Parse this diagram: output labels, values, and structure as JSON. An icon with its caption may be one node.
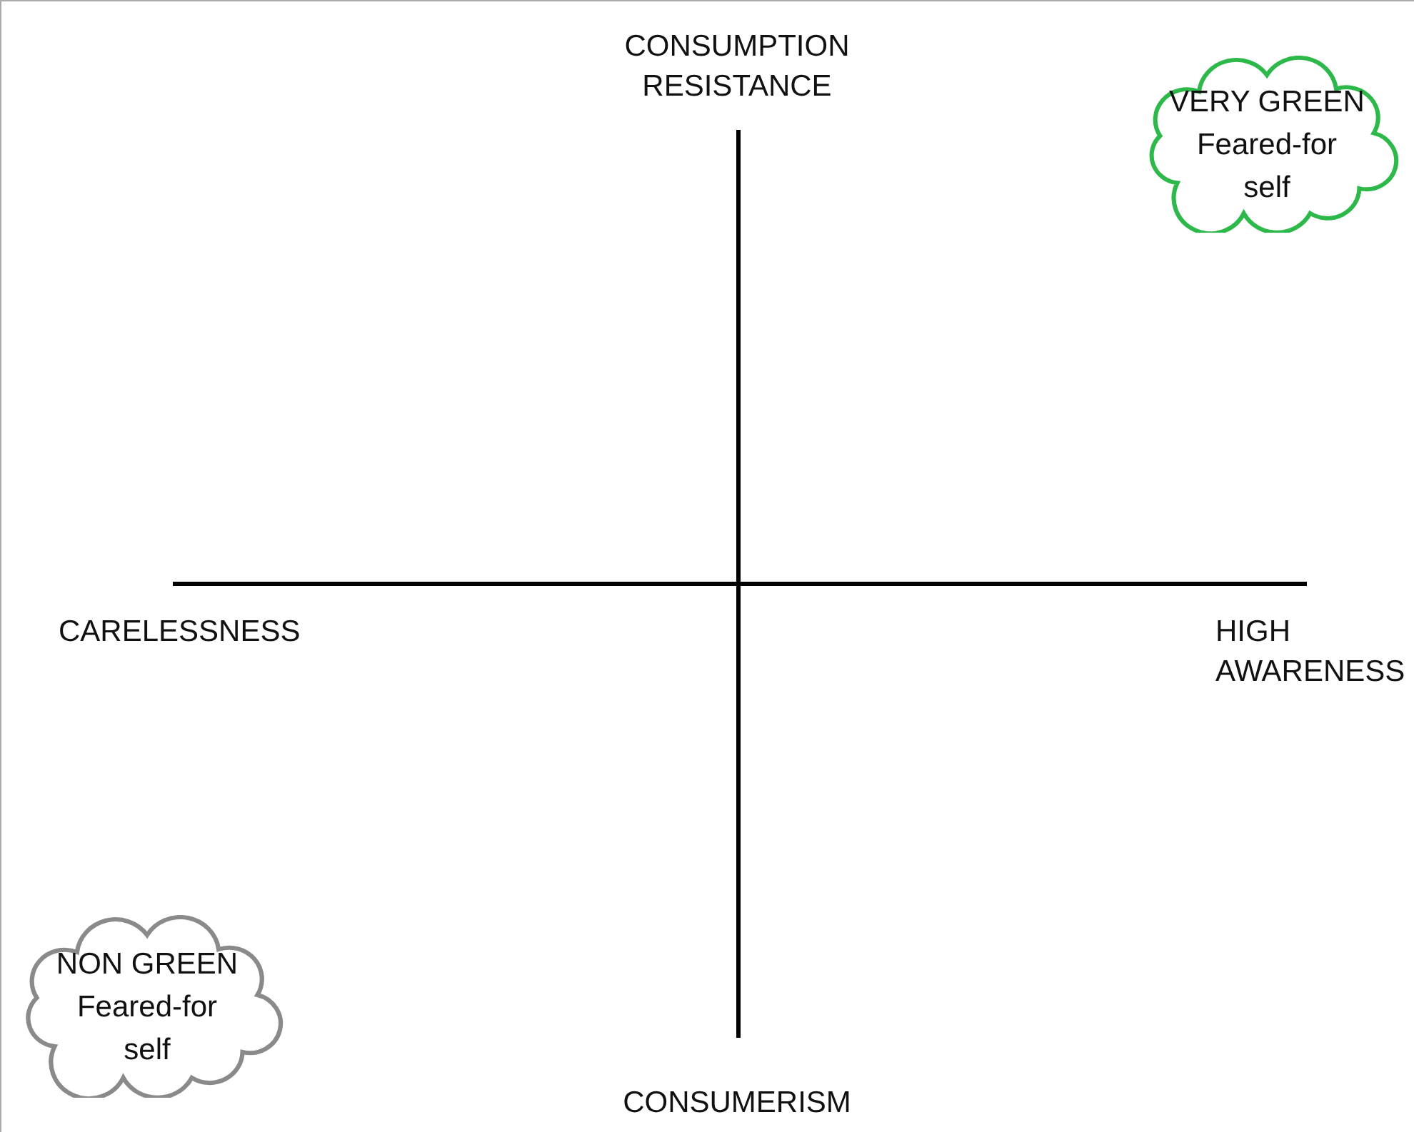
{
  "diagram": {
    "nodes": [
      {
        "text": [
          "VERY GREEN",
          "Feared-for self"
        ]
      },
      {
        "text": [
          "NON GREEN",
          "Feared-for self"
        ]
      }
    ],
    "labels": [
      "CONSUMPTION RESISTANCE",
      "CARELESSNESS",
      "HIGH AWARENESS",
      "CONSUMERISM"
    ]
  }
}
